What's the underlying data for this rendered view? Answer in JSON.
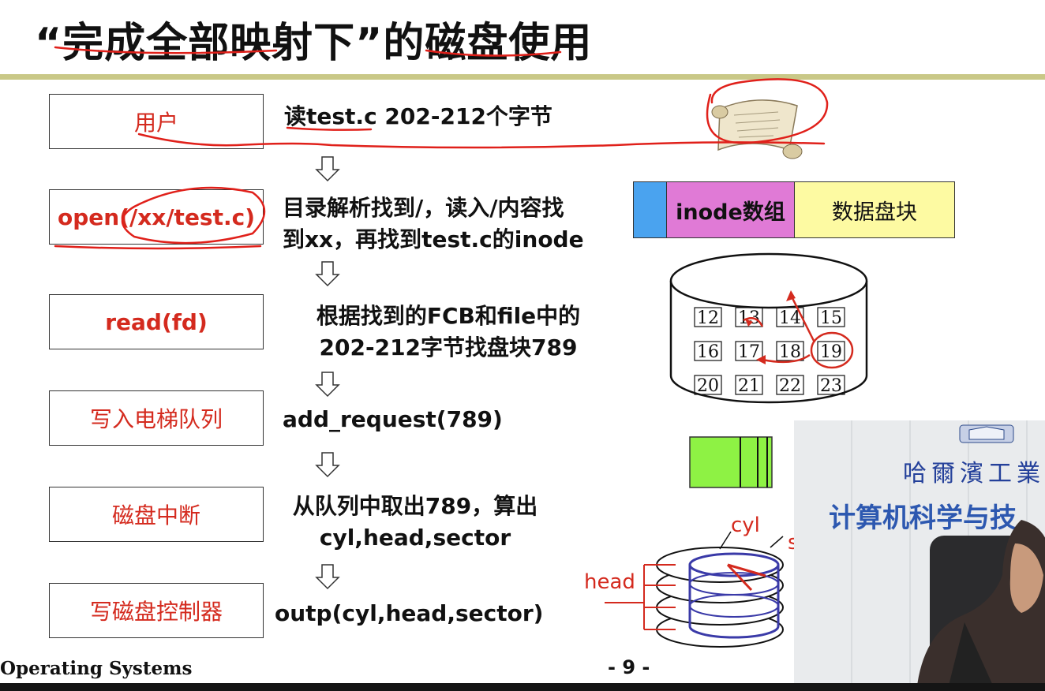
{
  "title": "“完成全部映射下”的磁盘使用",
  "steps": [
    {
      "box": "用户",
      "desc_lines": [
        "读test.c 202-212个字节"
      ]
    },
    {
      "box": "open(/xx/test.c)",
      "desc_lines": [
        "目录解析找到/，读入/内容找",
        "到xx，再找到test.c的inode"
      ]
    },
    {
      "box": "read(fd)",
      "desc_lines": [
        "根据找到的FCB和file中的",
        "202-212字节找盘块789"
      ]
    },
    {
      "box": "写入电梯队列",
      "desc_lines": [
        "add_request(789)"
      ]
    },
    {
      "box": "磁盘中断",
      "desc_lines": [
        "从队列中取出789，算出",
        "cyl,head,sector"
      ]
    },
    {
      "box": "写磁盘控制器",
      "desc_lines": [
        "outp(cyl,head,sector)"
      ]
    }
  ],
  "partition": {
    "inode": "inode数组",
    "data": "数据盘块",
    "colors": {
      "boot": "#4aa3ef",
      "inode": "#e07ad6",
      "data": "#fdfaa2"
    }
  },
  "blocks": [
    [
      "12",
      "13",
      "14",
      "15"
    ],
    [
      "16",
      "17",
      "18",
      "19"
    ],
    [
      "20",
      "21",
      "22",
      "23"
    ]
  ],
  "disk_labels": {
    "cyl": "cyl",
    "head": "head",
    "sector_partial": "s"
  },
  "footer": {
    "course": "Operating Systems",
    "page": "- 9 -"
  },
  "video": {
    "line1": "哈爾濱工業大",
    "line2": "计算机科学与技"
  },
  "colors": {
    "accent_red": "#d42a1e",
    "rule": "#c9c887",
    "queue_green": "#8ef244"
  },
  "icons": [
    "scroll-icon",
    "down-arrow-icon"
  ]
}
